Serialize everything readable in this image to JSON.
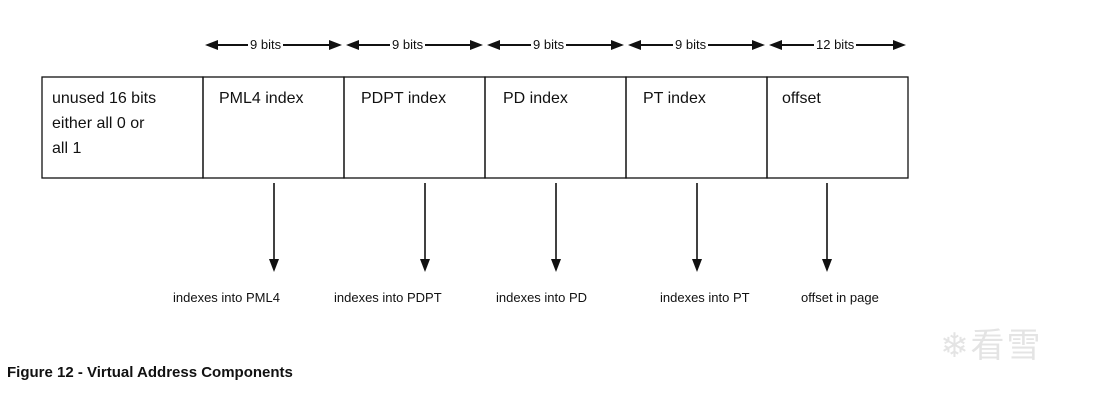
{
  "fields": [
    {
      "label": "unused 16 bits either all 0 or all 1",
      "lines": [
        "unused 16 bits",
        "either all 0 or",
        "all 1"
      ]
    },
    {
      "label": "PML4 index",
      "lines": [
        "PML4 index"
      ]
    },
    {
      "label": "PDPT index",
      "lines": [
        "PDPT index"
      ]
    },
    {
      "label": "PD index",
      "lines": [
        "PD index"
      ]
    },
    {
      "label": "PT index",
      "lines": [
        "PT index"
      ]
    },
    {
      "label": "offset",
      "lines": [
        "offset"
      ]
    }
  ],
  "bit_widths": [
    "9 bits",
    "9 bits",
    "9 bits",
    "9 bits",
    "12 bits"
  ],
  "destinations": [
    "indexes into PML4",
    "indexes into PDPT",
    "indexes into PD",
    "indexes into PT",
    "offset in page"
  ],
  "caption": "Figure 12 - Virtual Address Components",
  "watermark": "看雪",
  "colors": {
    "line": "#111111",
    "text": "#111111",
    "watermark": "#e4e4e4"
  }
}
